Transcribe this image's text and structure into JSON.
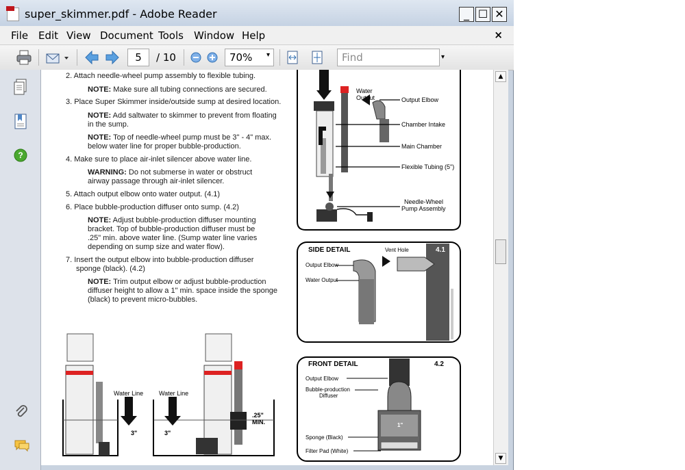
{
  "window": {
    "title": "super_skimmer.pdf - Adobe Reader",
    "buttons": {
      "minimize": "_",
      "maximize": "☐",
      "close": "✕"
    }
  },
  "menu": {
    "items": [
      "File",
      "Edit",
      "View",
      "Document",
      "Tools",
      "Window",
      "Help"
    ],
    "close": "×"
  },
  "toolbar": {
    "page_current": "5",
    "page_total": "/ 10",
    "zoom": "70%",
    "find_placeholder": "Find",
    "icons": [
      "printer-icon",
      "email-icon",
      "arrow-left-icon",
      "arrow-right-icon",
      "zoom-out-icon",
      "zoom-in-icon",
      "fit-width-icon",
      "fit-page-icon"
    ]
  },
  "sidebar": {
    "icons": [
      "pages-icon",
      "bookmarks-icon",
      "help-icon",
      "attachment-icon",
      "comments-icon"
    ]
  },
  "page": {
    "instructions": [
      {
        "num": "2.",
        "text": "Attach needle-wheel pump assembly to flexible tubing."
      },
      {
        "label": "NOTE:",
        "text": " Make sure all tubing connections are secured."
      },
      {
        "num": "3.",
        "text": "Place Super Skimmer inside/outside sump at desired location."
      },
      {
        "label": "NOTE:",
        "text": " Add saltwater to skimmer to prevent from floating"
      },
      {
        "cont": "in the sump."
      },
      {
        "label": "NOTE:",
        "text": " Top of needle-wheel pump must be 3\" - 4\" max."
      },
      {
        "cont": "below water line for proper bubble-production."
      },
      {
        "num": "4.",
        "text": "Make sure to place air-inlet silencer above water line."
      },
      {
        "label": "WARNING:",
        "text": " Do not submerse in water or obstruct"
      },
      {
        "cont": "airway passage through air-inlet silencer."
      },
      {
        "num": "5.",
        "text": "Attach output elbow onto water output. (4.1)"
      },
      {
        "num": "6.",
        "text": "Place bubble-production diffuser onto sump. (4.2)"
      },
      {
        "label": "NOTE:",
        "text": " Adjust bubble-production diffuser mounting"
      },
      {
        "cont": "bracket. Top of bubble-production diffuser must be"
      },
      {
        "cont": ".25\" min. above water line. (Sump water line varies"
      },
      {
        "cont": "depending on sump size and water flow)."
      },
      {
        "num": "7.",
        "text": "Insert the output elbow into bubble-production diffuser"
      },
      {
        "cont2": "sponge (black). (4.2)"
      },
      {
        "label": "NOTE:",
        "text": " Trim output elbow or adjust bubble-production"
      },
      {
        "cont": "diffuser height to allow a 1\" min. space inside the sponge"
      },
      {
        "cont": "(black) to prevent micro-bubbles."
      }
    ],
    "diagram_top": {
      "water_output": "Water\nOutput",
      "output_elbow": "Output Elbow",
      "chamber_intake": "Chamber Intake",
      "main_chamber": "Main Chamber",
      "flexible_tubing": "Flexible Tubing (5\")",
      "needle_wheel": "Needle-Wheel\nPump Assembly"
    },
    "side_detail": {
      "title": "SIDE DETAIL",
      "number": "4.1",
      "vent_hole": "Vent Hole",
      "output_elbow": "Output Elbow",
      "water_output": "Water Output"
    },
    "front_detail": {
      "title": "FRONT DETAIL",
      "number": "4.2",
      "output_elbow": "Output Elbow",
      "bubble_diffuser": "Bubble-production\nDiffuser",
      "sponge": "Sponge (Black)",
      "filter_pad": "Filter Pad (White)",
      "gap": "1\""
    },
    "bottom_left": {
      "water_line_1": "Water Line",
      "dim_1": "3\"",
      "water_line_2": "Water Line",
      "dim_2": "3\"",
      "dim_3": ".25\"\nMIN."
    }
  }
}
